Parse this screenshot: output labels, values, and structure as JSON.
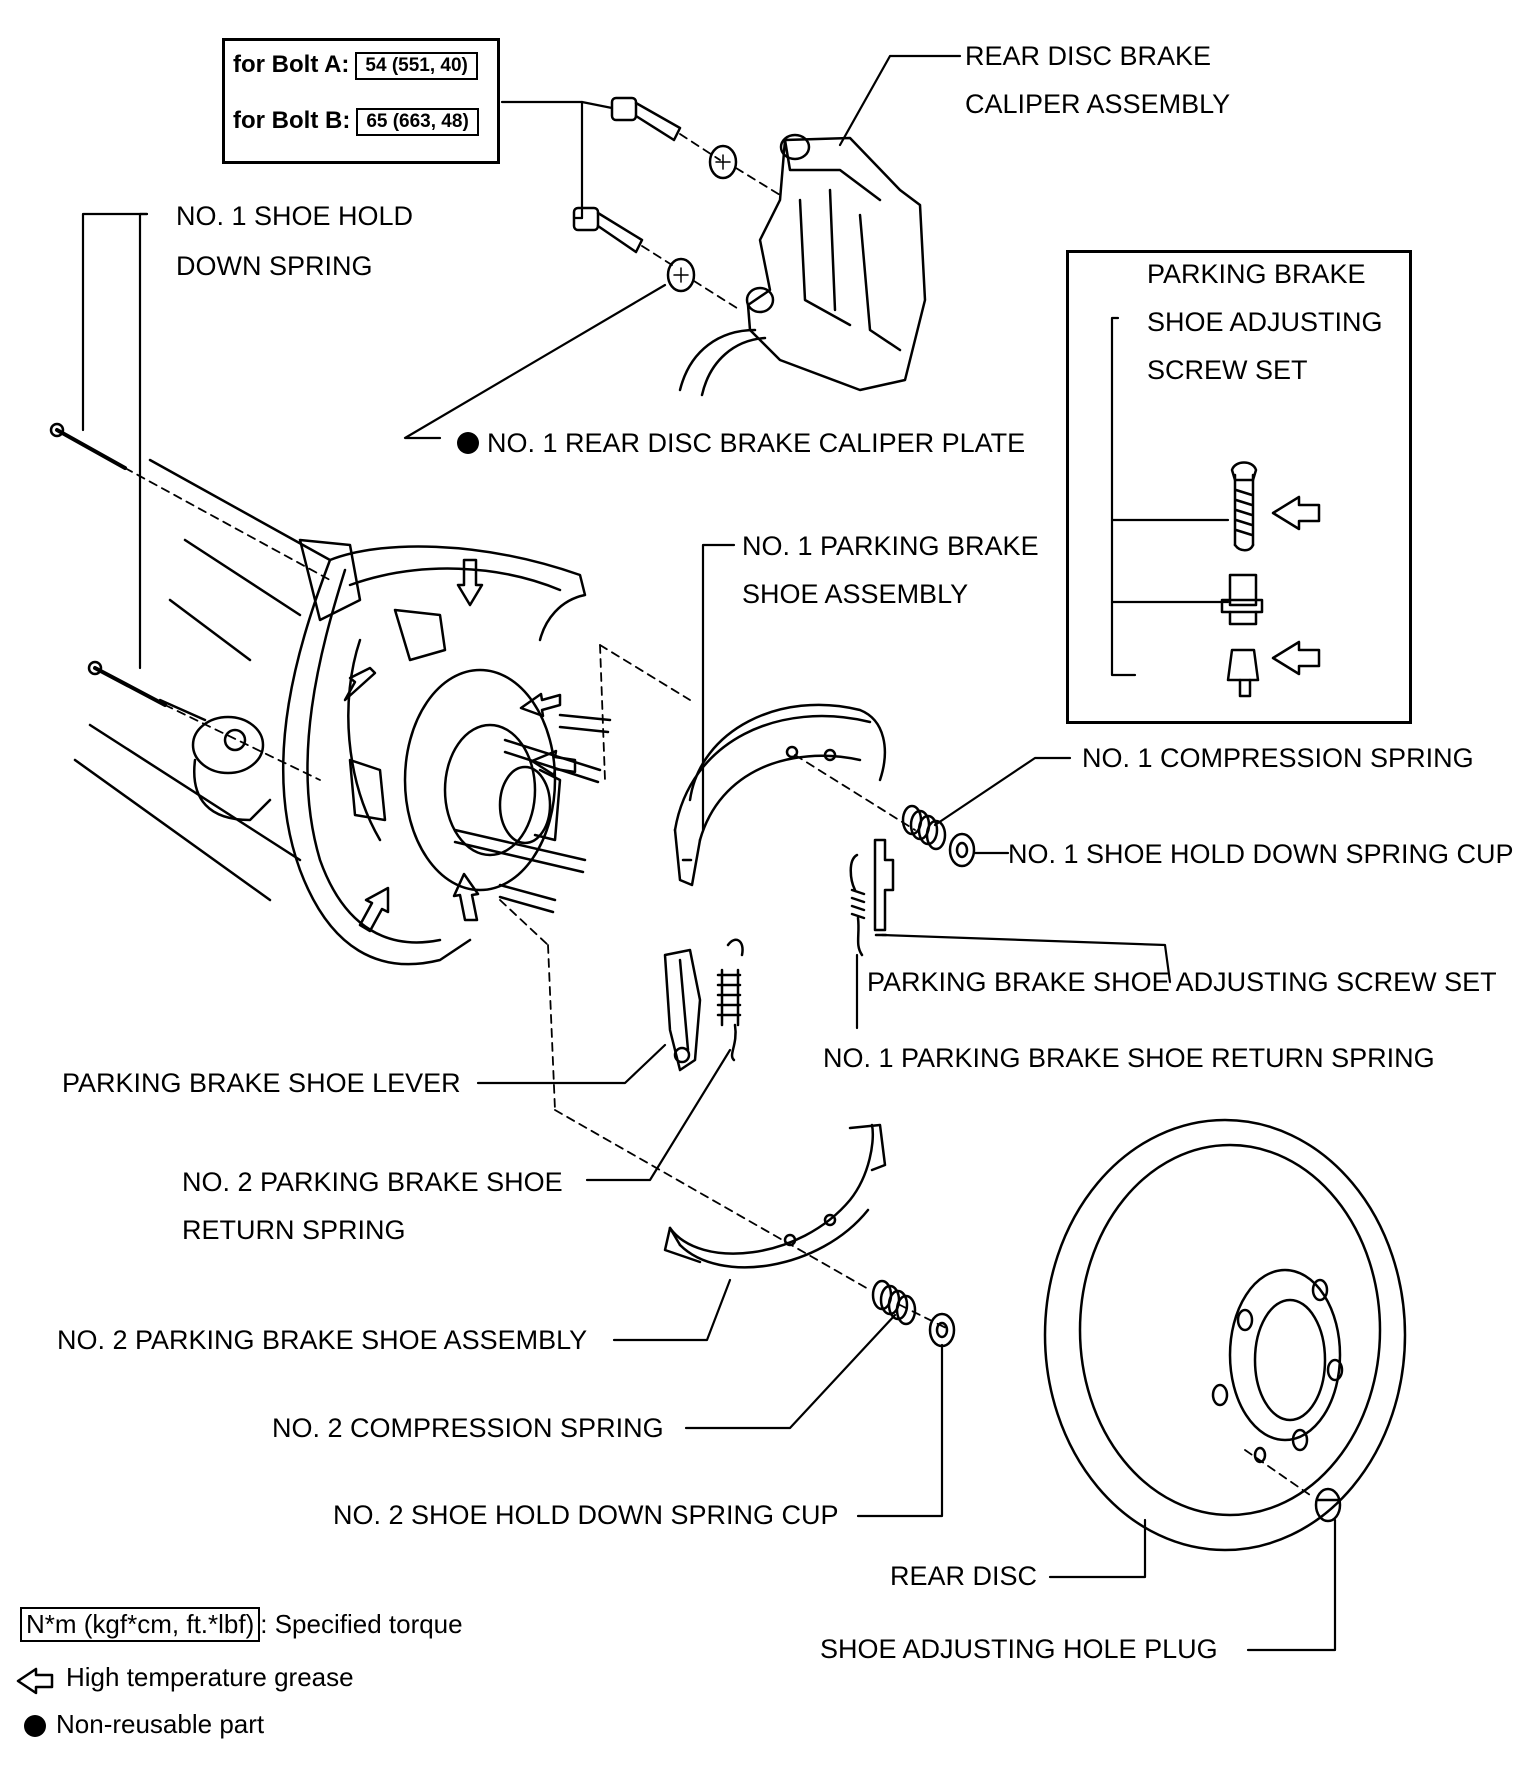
{
  "torque_box": {
    "bolt_a_label": "for Bolt A:",
    "bolt_a_value": "54 (551, 40)",
    "bolt_b_label": "for Bolt B:",
    "bolt_b_value": "65 (663, 48)"
  },
  "labels": {
    "caliper_line1": "REAR DISC BRAKE",
    "caliper_line2": "CALIPER ASSEMBLY",
    "hold_spring_line1": "NO. 1 SHOE HOLD",
    "hold_spring_line2": "DOWN SPRING",
    "caliper_plate": "NO. 1 REAR DISC BRAKE CALIPER PLATE",
    "inset_line1": "PARKING BRAKE",
    "inset_line2": "SHOE ADJUSTING",
    "inset_line3": "SCREW SET",
    "shoe1_line1": "NO. 1 PARKING BRAKE",
    "shoe1_line2": "SHOE ASSEMBLY",
    "comp_spring1": "NO. 1 COMPRESSION SPRING",
    "spring_cup1": "NO. 1 SHOE HOLD DOWN SPRING CUP",
    "adjusting_screw_set": "PARKING BRAKE SHOE ADJUSTING SCREW SET",
    "return_spring1": "NO. 1 PARKING BRAKE SHOE RETURN SPRING",
    "shoe_lever": "PARKING BRAKE SHOE LEVER",
    "return_spring2_line1": "NO. 2 PARKING BRAKE SHOE",
    "return_spring2_line2": "RETURN SPRING",
    "shoe2": "NO. 2 PARKING BRAKE SHOE ASSEMBLY",
    "comp_spring2": "NO. 2 COMPRESSION SPRING",
    "spring_cup2": "NO. 2 SHOE HOLD DOWN SPRING CUP",
    "rear_disc": "REAR DISC",
    "hole_plug": "SHOE ADJUSTING HOLE PLUG"
  },
  "legend": {
    "torque_units": "N*m (kgf*cm, ft.*lbf)",
    "torque_text": ": Specified torque",
    "grease_text": "High temperature grease",
    "nonreusable_text": "Non-reusable part"
  },
  "colors": {
    "ink": "#000000",
    "paper": "#ffffff"
  }
}
